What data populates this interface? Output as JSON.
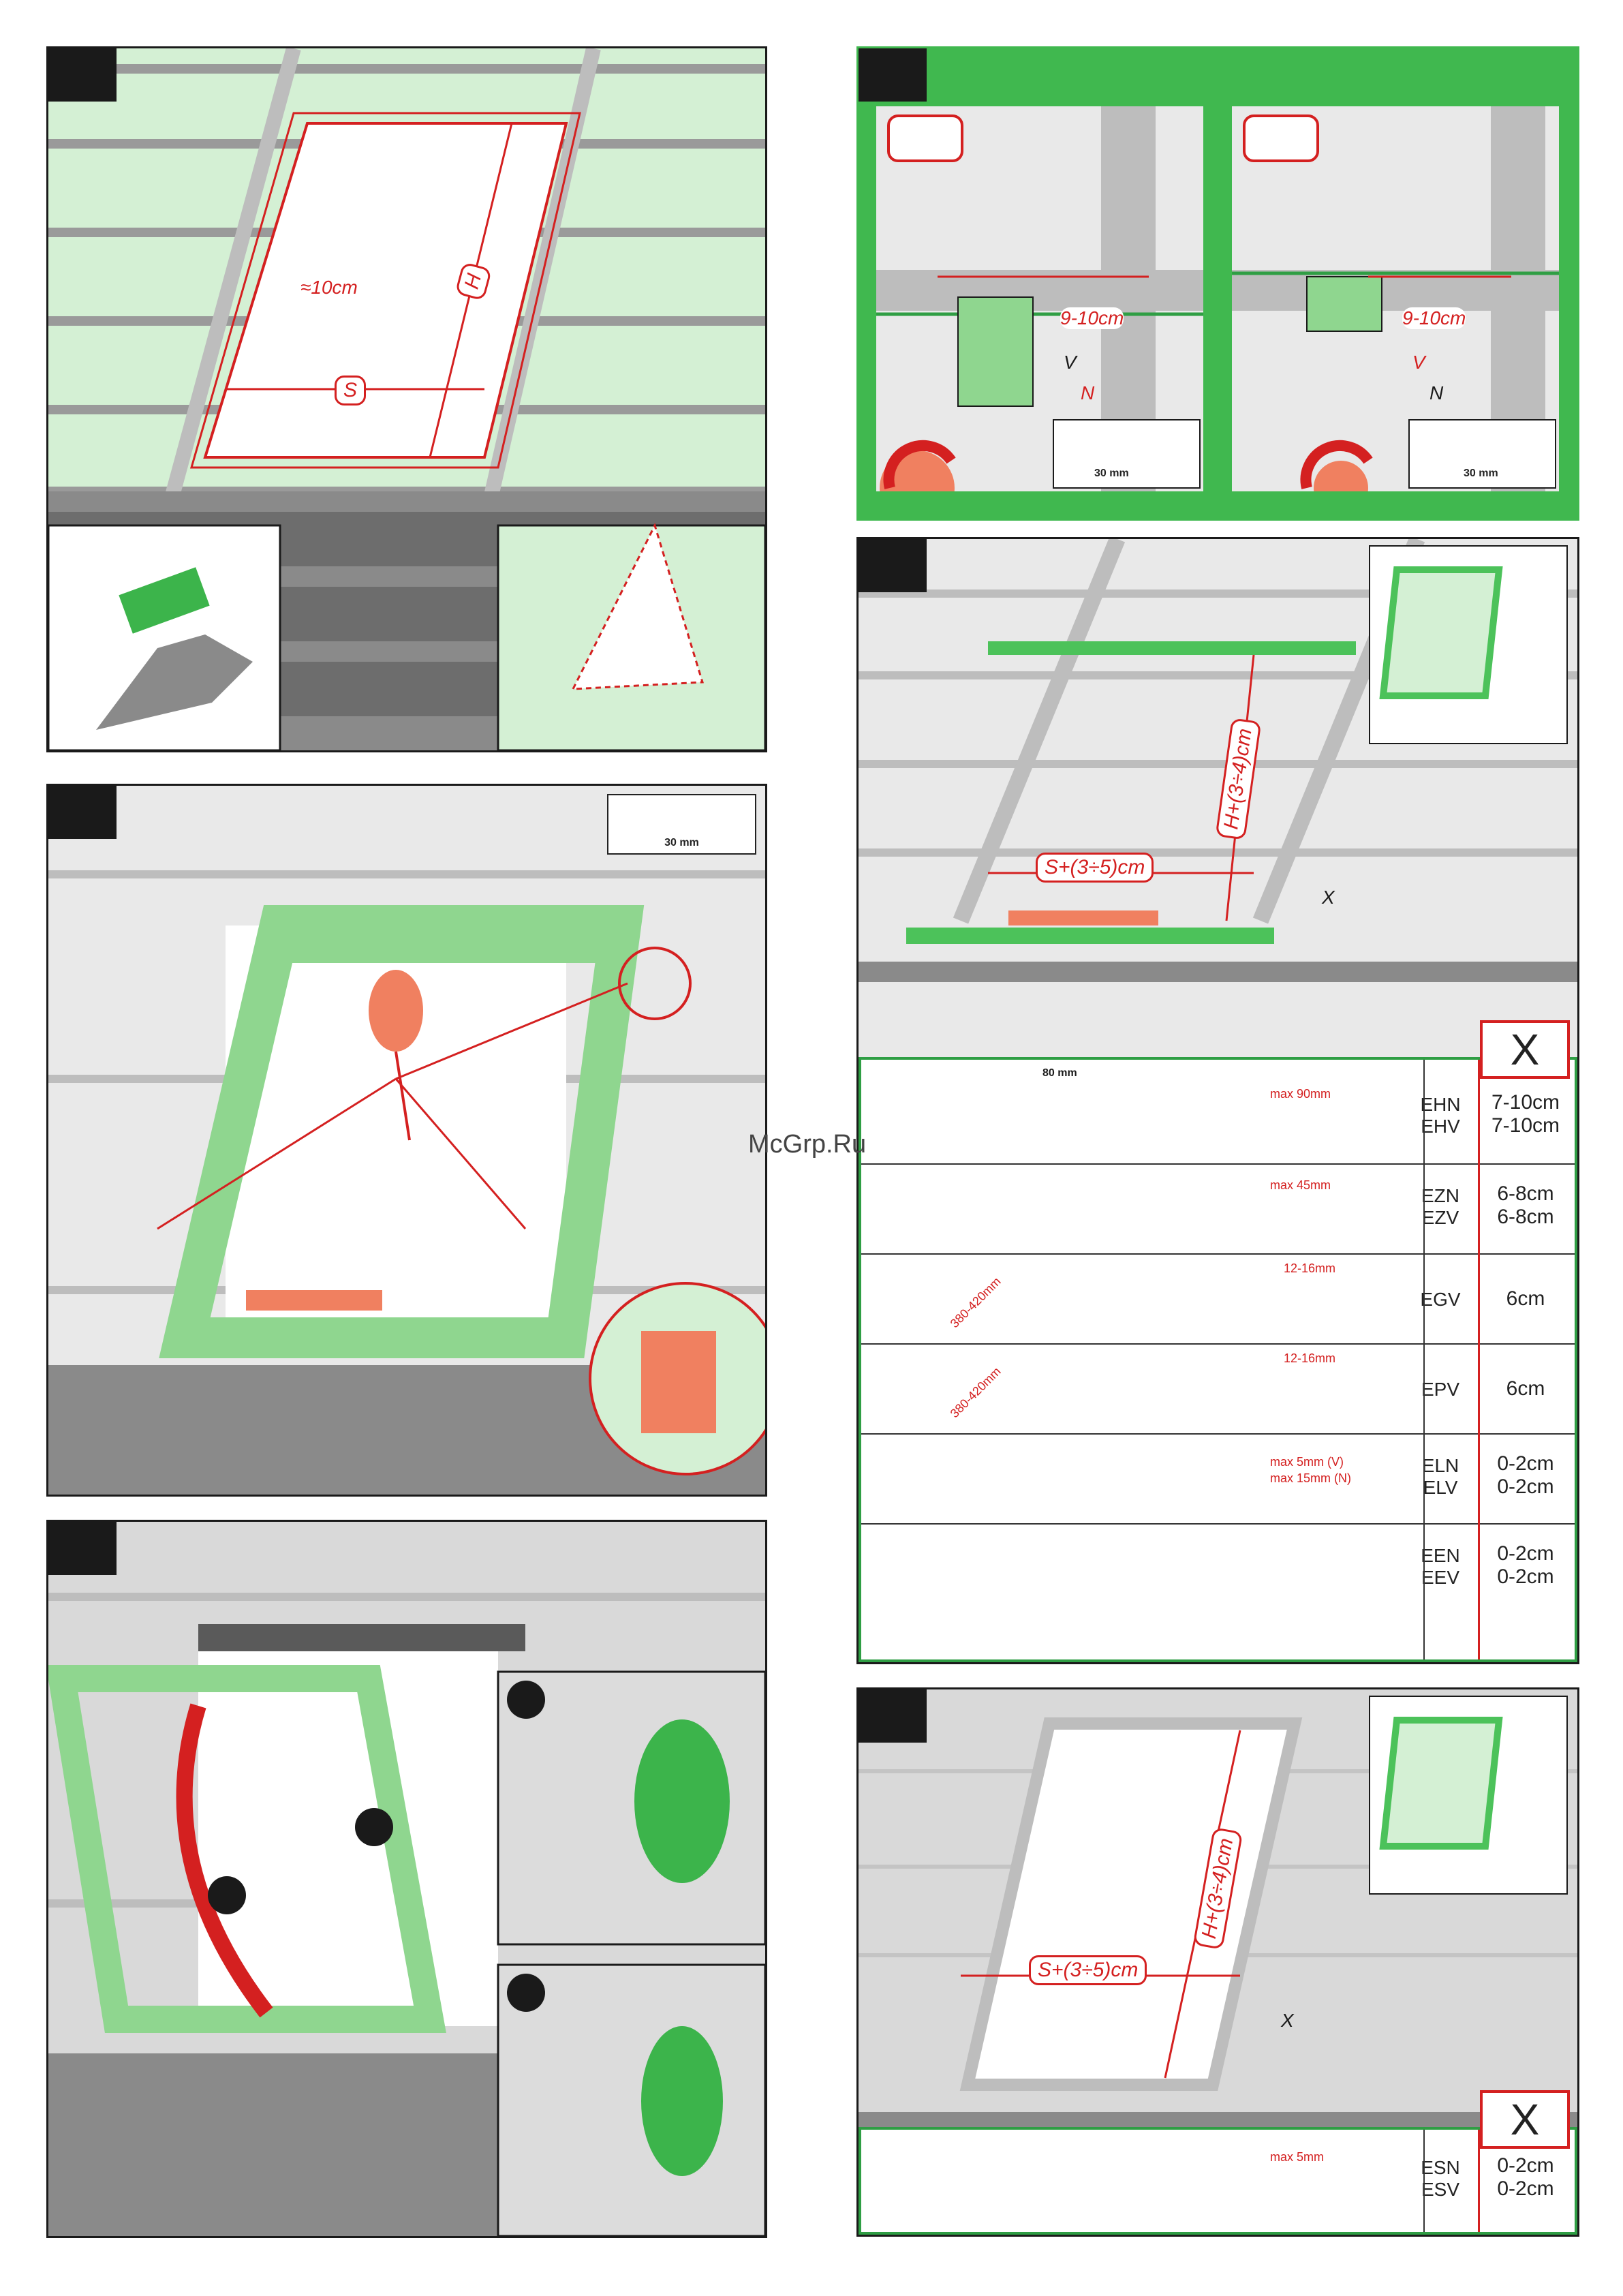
{
  "watermark": "McGrp.Ru",
  "labels": {
    "approx_10cm": "≈10cm",
    "h": "H",
    "s": "S",
    "dist_9_10": "9-10cm",
    "v": "V",
    "n": "N",
    "s_plus": "S+(3÷5)cm",
    "h_plus": "H+(3÷4)cm",
    "x": "X"
  },
  "screws": {
    "s30": "30 mm",
    "s80": "80 mm"
  },
  "flashing_table": {
    "header": "X",
    "rows": [
      {
        "codes": "EHN\nEHV",
        "values": "7-10cm\n7-10cm",
        "note": "max 90mm",
        "note2": ""
      },
      {
        "codes": "EZN\nEZV",
        "values": "6-8cm\n6-8cm",
        "note": "max 45mm",
        "note2": ""
      },
      {
        "codes": "EGV",
        "values": "6cm",
        "note": "12-16mm",
        "note2": "380-420mm"
      },
      {
        "codes": "EPV",
        "values": "6cm",
        "note": "12-16mm",
        "note2": "380-420mm"
      },
      {
        "codes": "ELN\nELV",
        "values": "0-2cm\n0-2cm",
        "note": "max 5mm (V)",
        "note2": "max 15mm (N)"
      },
      {
        "codes": "EEN\nEEV",
        "values": "0-2cm\n0-2cm",
        "note": "",
        "note2": ""
      }
    ]
  },
  "flat_table": {
    "header": "X",
    "codes": "ESN\nESV",
    "values": "0-2cm\n0-2cm",
    "note": "max 5mm"
  },
  "colors": {
    "green": "#2f9e44",
    "light_green": "#d4f0d4",
    "red": "#d42020",
    "frame_green": "#8fd68f",
    "gray": "#9a9a9a"
  }
}
